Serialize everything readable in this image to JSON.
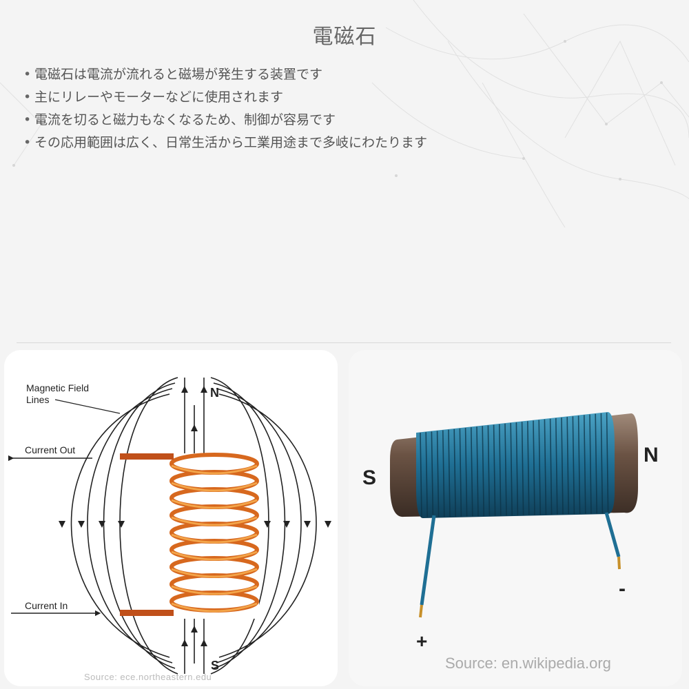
{
  "title": "電磁石",
  "bullets": [
    "電磁石は電流が流れると磁場が発生する装置です",
    "主にリレーやモーターなどに使用されます",
    "電流を切ると磁力もなくなるため、制御が容易です",
    "その応用範囲は広く、日常生活から工業用途まで多岐にわたります"
  ],
  "left_image": {
    "label_field": [
      "Magnetic Field",
      "Lines"
    ],
    "label_current_out": "Current Out",
    "label_current_in": "Current In",
    "pole_top": "N",
    "pole_bottom": "S",
    "source": "Source: ece.northeastern.edu"
  },
  "right_image": {
    "pole_left": "S",
    "pole_right": "N",
    "terminal_plus": "+",
    "terminal_minus": "-",
    "source": "Source: en.wikipedia.org"
  }
}
